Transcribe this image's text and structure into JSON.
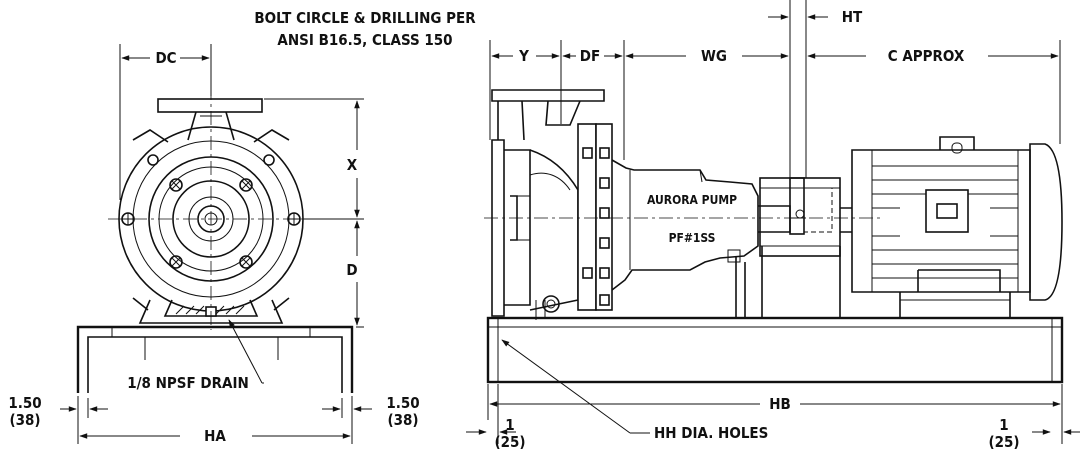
{
  "notes": {
    "bolt_circle_line1": "BOLT CIRCLE & DRILLING PER",
    "bolt_circle_line2": "ANSI B16.5, CLASS 150",
    "drain": "1/8 NPSF DRAIN",
    "holes": "HH DIA. HOLES"
  },
  "nameplate": {
    "line1": "AURORA PUMP",
    "line2": "PF#1SS"
  },
  "dims": {
    "dc": "DC",
    "x": "X",
    "d": "D",
    "ha": "HA",
    "edge_left_in": "1.50",
    "edge_left_mm": "(38)",
    "edge_right_in": "1.50",
    "edge_right_mm": "(38)",
    "y": "Y",
    "df": "DF",
    "wg": "WG",
    "ht": "HT",
    "c": "C APPROX",
    "hb": "HB",
    "end_left_in": "1",
    "end_left_mm": "(25)",
    "end_right_in": "1",
    "end_right_mm": "(25)"
  }
}
